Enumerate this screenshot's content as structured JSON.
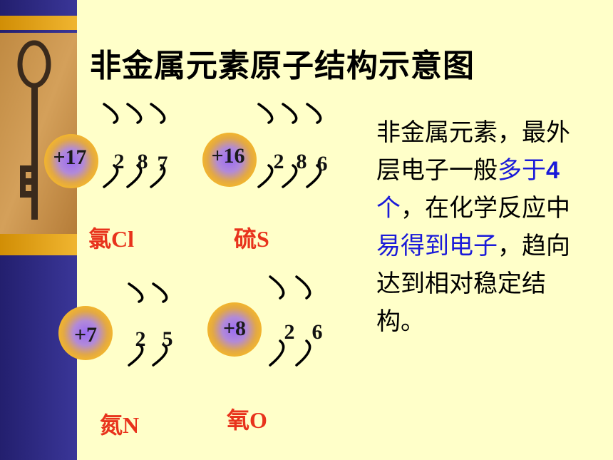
{
  "title": "非金属元素原子结构示意图",
  "atoms": [
    {
      "nucleus": "+17",
      "electrons": [
        "2",
        "8",
        "7"
      ],
      "label": "氯Cl"
    },
    {
      "nucleus": "+16",
      "electrons": [
        "2",
        "8",
        "6"
      ],
      "label": "硫S"
    },
    {
      "nucleus": "+7",
      "electrons": [
        "2",
        "5"
      ],
      "label": "氮N"
    },
    {
      "nucleus": "+8",
      "electrons": [
        "2",
        "6"
      ],
      "label": "氧O"
    }
  ],
  "description": {
    "part1": "非金属元素，最外层电子一般",
    "highlight1_a": "多于",
    "highlight1_num": "4",
    "highlight1_b": "个",
    "part2": "，在化学反应中",
    "highlight2": "易得到电子",
    "part3": "，趋向达到相对稳定结构。"
  },
  "colors": {
    "background": "#FFFFC9",
    "sidebar": "#2E2A8C",
    "sidebar_gold": "#E3A412",
    "element_label": "#E8331C",
    "highlight": "#1A1AD9"
  },
  "icons": {
    "decoration": "old-key-icon"
  }
}
